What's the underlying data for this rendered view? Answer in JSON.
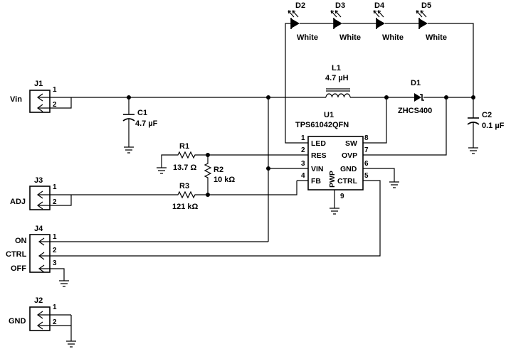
{
  "connectors": {
    "j1": {
      "ref": "J1",
      "net": "Vin",
      "pins": [
        "1",
        "2"
      ]
    },
    "j2": {
      "ref": "J2",
      "net": "GND",
      "pins": [
        "1",
        "2"
      ]
    },
    "j3": {
      "ref": "J3",
      "net": "ADJ",
      "pins": [
        "1",
        "2"
      ]
    },
    "j4": {
      "ref": "J4",
      "labels": [
        "ON",
        "CTRL",
        "OFF"
      ],
      "pins": [
        "1",
        "2",
        "3"
      ]
    }
  },
  "leds": [
    {
      "ref": "D2",
      "color": "White"
    },
    {
      "ref": "D3",
      "color": "White"
    },
    {
      "ref": "D4",
      "color": "White"
    },
    {
      "ref": "D5",
      "color": "White"
    }
  ],
  "inductor": {
    "ref": "L1",
    "value": "4.7 µH"
  },
  "diode": {
    "ref": "D1",
    "part": "ZHCS400"
  },
  "capacitors": {
    "c1": {
      "ref": "C1",
      "value": "4.7 µF"
    },
    "c2": {
      "ref": "C2",
      "value": "0.1 µF"
    }
  },
  "resistors": {
    "r1": {
      "ref": "R1",
      "value": "13.7 Ω"
    },
    "r2": {
      "ref": "R2",
      "value": "10 kΩ"
    },
    "r3": {
      "ref": "R3",
      "value": "121 kΩ"
    }
  },
  "ic": {
    "ref": "U1",
    "part": "TPS61042QFN",
    "left_pins": [
      {
        "num": "1",
        "name": "LED"
      },
      {
        "num": "2",
        "name": "RES"
      },
      {
        "num": "3",
        "name": "VIN"
      },
      {
        "num": "4",
        "name": "FB"
      }
    ],
    "right_pins": [
      {
        "num": "8",
        "name": "SW"
      },
      {
        "num": "7",
        "name": "OVP"
      },
      {
        "num": "6",
        "name": "GND"
      },
      {
        "num": "5",
        "name": "CTRL"
      }
    ],
    "pad": {
      "num": "9",
      "name": "PWP"
    }
  }
}
